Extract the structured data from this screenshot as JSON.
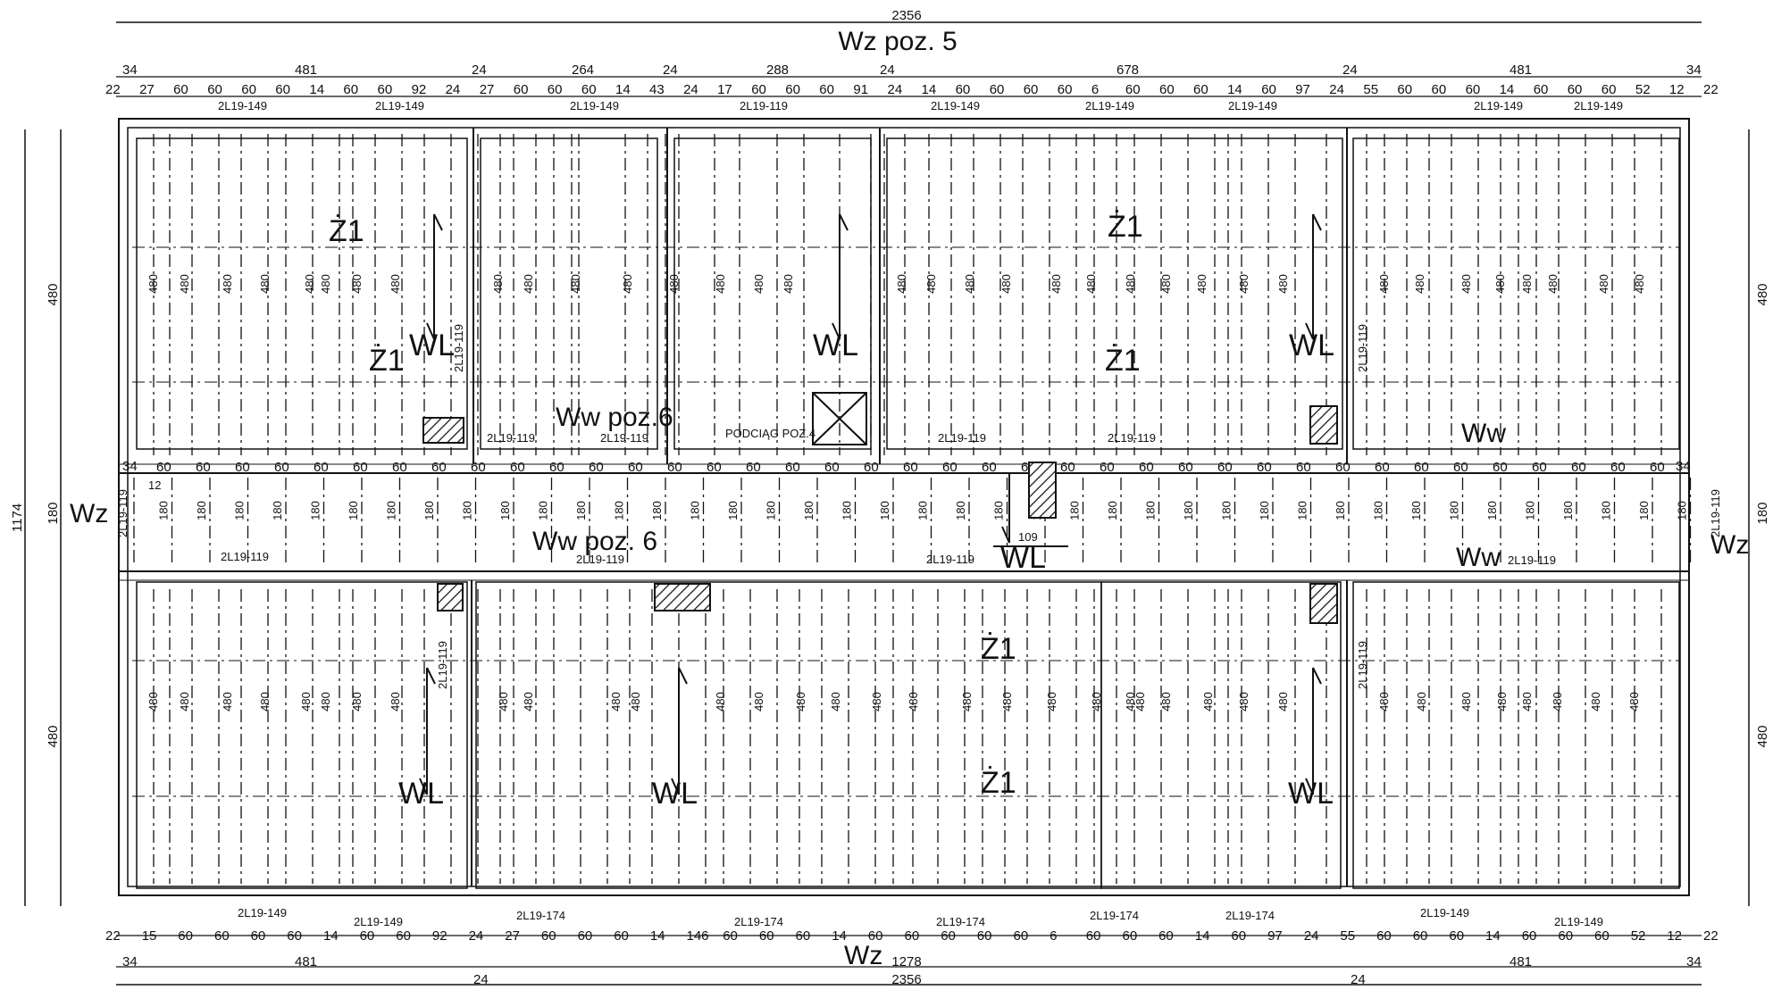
{
  "drawing": {
    "top_overall_dim": "2356",
    "top_title": "Wz poz. 5",
    "bottom_overall_dim": "2356",
    "bottom_mid_dim": "1278",
    "bottom_wall_label": "Wz",
    "left_wall_label": "Wz",
    "right_wall_label": "Wz",
    "top_segments": [
      "34",
      "481",
      "24",
      "264",
      "24",
      "288",
      "24",
      "678",
      "24",
      "481",
      "34"
    ],
    "top_detail_row": [
      "22",
      "27",
      "60",
      "60",
      "60",
      "60",
      "14",
      "60",
      "60",
      "92",
      "24",
      "27",
      "60",
      "60",
      "60",
      "14",
      "43",
      "24",
      "17",
      "60",
      "60",
      "60",
      "91",
      "24",
      "14",
      "60",
      "60",
      "60",
      "60",
      "6",
      "60",
      "60",
      "60",
      "14",
      "60",
      "97",
      "24",
      "55",
      "60",
      "60",
      "60",
      "14",
      "60",
      "60",
      "60",
      "52",
      "12",
      "22"
    ],
    "top_beams": [
      "2L19-149",
      "2L19-149",
      "2L19-149",
      "2L19-119",
      "2L19-149",
      "2L19-149",
      "2L19-149",
      "2L19-149",
      "2L19-149"
    ],
    "bottom_beams": [
      "2L19-149",
      "2L19-149",
      "2L19-174",
      "2L19-174",
      "2L19-174",
      "2L19-174",
      "2L19-174",
      "2L19-149",
      "2L19-149"
    ],
    "bottom_detail_row": [
      "22",
      "15",
      "60",
      "60",
      "60",
      "60",
      "14",
      "60",
      "60",
      "92",
      "24",
      "27",
      "60",
      "60",
      "60",
      "14",
      "146",
      "60",
      "60",
      "60",
      "14",
      "60",
      "60",
      "60",
      "60",
      "60",
      "6",
      "60",
      "60",
      "60",
      "14",
      "60",
      "97",
      "24",
      "55",
      "60",
      "60",
      "60",
      "14",
      "60",
      "60",
      "60",
      "52",
      "12",
      "22"
    ],
    "bottom_segments": [
      "34",
      "481",
      "24",
      "481",
      "34"
    ],
    "bottom_small_24": [
      "24",
      "24"
    ],
    "left_dims": [
      "480",
      "180",
      "480"
    ],
    "left_total": "1174",
    "right_dims": [
      "480",
      "180",
      "480"
    ],
    "slab_label": "Ż1",
    "joist_label": "WL",
    "ww_top": "Ww poz.6",
    "ww_mid": "Ww poz. 6",
    "ww_right": "Ww",
    "podciag": "PODCIĄG POZ.4",
    "mid_beams": [
      "2L19-119",
      "2L19-119",
      "2L19-119",
      "2L19-119"
    ],
    "corridor_beams": [
      "2L19-119",
      "2L19-119",
      "2L19-119",
      "2L19-119"
    ],
    "vertical_beam": "2L19-119",
    "joist_len_480": "480",
    "joist_len_180": "180",
    "corridor_60": "60",
    "small_109": "109",
    "small_12": "12",
    "small_34": "34"
  }
}
